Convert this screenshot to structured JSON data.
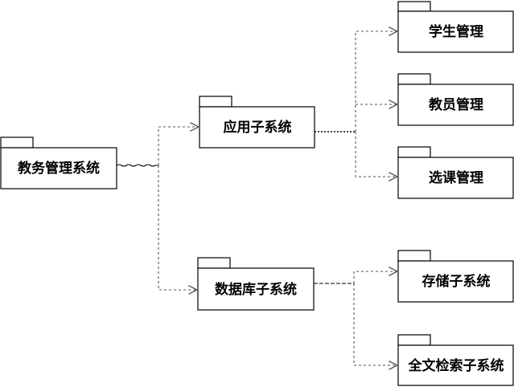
{
  "packages": {
    "root": {
      "label": "教务管理系统"
    },
    "app": {
      "label": "应用子系统"
    },
    "db": {
      "label": "数据库子系统"
    },
    "student": {
      "label": "学生管理"
    },
    "teacher": {
      "label": "教员管理"
    },
    "course": {
      "label": "选课管理"
    },
    "storage": {
      "label": "存储子系统"
    },
    "search": {
      "label": "全文检索子系统"
    }
  },
  "colors": {
    "stroke": "#000000",
    "dependency": "#555555",
    "background": "#ffffff"
  }
}
